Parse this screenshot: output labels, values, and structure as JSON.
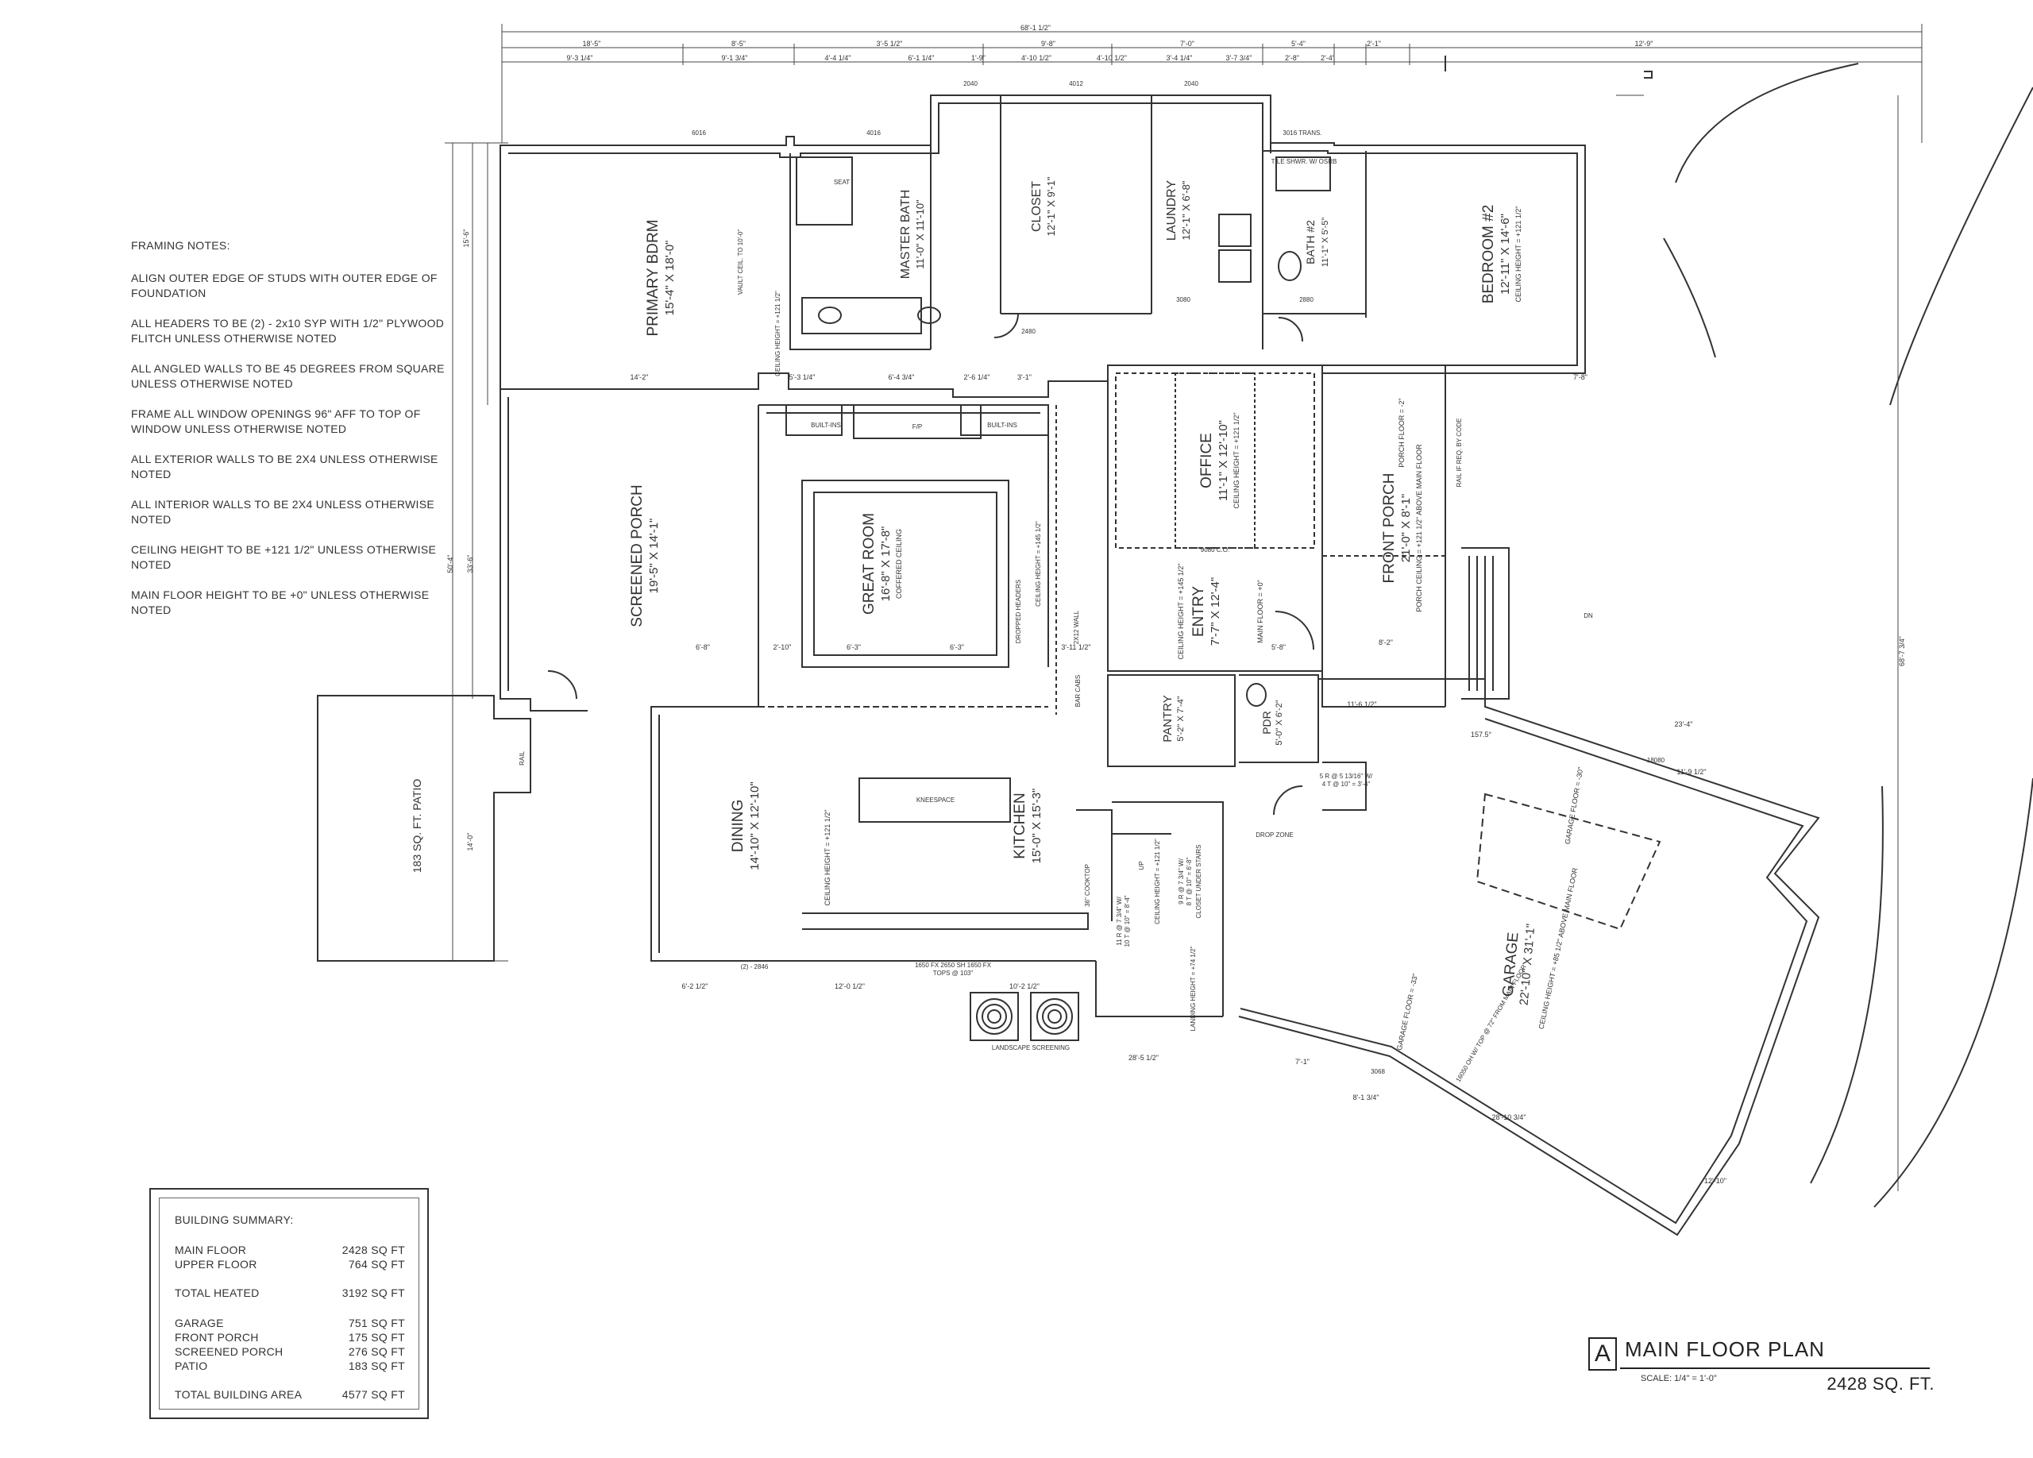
{
  "framing_notes": {
    "title": "FRAMING NOTES:",
    "items": [
      "ALIGN OUTER EDGE OF STUDS WITH OUTER EDGE OF FOUNDATION",
      "ALL HEADERS TO BE (2) - 2x10 SYP WITH 1/2\" PLYWOOD FLITCH UNLESS OTHERWISE NOTED",
      "ALL ANGLED WALLS TO BE 45 DEGREES FROM SQUARE UNLESS OTHERWISE NOTED",
      "FRAME ALL WINDOW OPENINGS 96\" AFF TO TOP OF WINDOW UNLESS OTHERWISE NOTED",
      "ALL EXTERIOR WALLS TO BE 2X4 UNLESS OTHERWISE NOTED",
      "ALL INTERIOR WALLS TO BE 2X4 UNLESS OTHERWISE NOTED",
      "CEILING HEIGHT TO BE +121 1/2\" UNLESS OTHERWISE NOTED",
      "MAIN FLOOR HEIGHT TO BE +0\" UNLESS OTHERWISE NOTED"
    ]
  },
  "building_summary": {
    "title": "BUILDING SUMMARY:",
    "rows": [
      {
        "label": "MAIN FLOOR",
        "value": "2428 SQ FT"
      },
      {
        "label": "UPPER FLOOR",
        "value": "764 SQ FT"
      },
      {
        "label": "TOTAL HEATED",
        "value": "3192 SQ FT"
      },
      {
        "label": "GARAGE",
        "value": "751 SQ FT"
      },
      {
        "label": "FRONT PORCH",
        "value": "175 SQ FT"
      },
      {
        "label": "SCREENED PORCH",
        "value": "276 SQ FT"
      },
      {
        "label": "PATIO",
        "value": "183 SQ FT"
      },
      {
        "label": "TOTAL BUILDING AREA",
        "value": "4577 SQ FT"
      }
    ]
  },
  "title_block": {
    "letter": "A",
    "title": "MAIN FLOOR PLAN",
    "scale": "SCALE:   1/4\" = 1'-0\"",
    "area": "2428 SQ. FT."
  },
  "rooms": {
    "primary": {
      "name": "PRIMARY BDRM",
      "dims": "15'-4\" X 18'-0\""
    },
    "master_bath": {
      "name": "MASTER BATH",
      "dims": "11'-0\" X 11'-10\""
    },
    "closet": {
      "name": "CLOSET",
      "dims": "12'-1\" X 9'-1\""
    },
    "laundry": {
      "name": "LAUNDRY",
      "dims": "12'-1\" X 6'-8\""
    },
    "bath2": {
      "name": "BATH #2",
      "dims": "11'-1\" X 5'-5\""
    },
    "bedroom2": {
      "name": "BEDROOM #2",
      "dims": "12'-11\" X 14'-6\"",
      "ceiling": "CEILING HEIGHT = +121 1/2\""
    },
    "office": {
      "name": "OFFICE",
      "dims": "11'-1\" X 12'-10\"",
      "ceiling": "CEILING HEIGHT = +121 1/2\""
    },
    "entry": {
      "name": "ENTRY",
      "dims": "7'-7\" X 12'-4\"",
      "ceiling": "CEILING HEIGHT = +145 1/2\"",
      "floor": "MAIN FLOOR = +0\""
    },
    "front_porch": {
      "name": "FRONT PORCH",
      "dims": "21'-0\" X 8'-1\"",
      "ceiling": "PORCH CEILING = +121 1/2\" ABOVE MAIN FLOOR",
      "floor": "PORCH FLOOR = -2\""
    },
    "screened_porch": {
      "name": "SCREENED PORCH",
      "dims": "19'-5\" X 14'-1\""
    },
    "great_room": {
      "name": "GREAT ROOM",
      "dims": "16'-8\" X 17'-8\"",
      "note": "COFFERED CEILING"
    },
    "dining": {
      "name": "DINING",
      "dims": "14'-10\" X 12'-10\"",
      "ceiling": "CEILING HEIGHT = +121 1/2\""
    },
    "kitchen": {
      "name": "KITCHEN",
      "dims": "15'-0\" X 15'-3\""
    },
    "pantry": {
      "name": "PANTRY",
      "dims": "5'-2\" X 7'-4\""
    },
    "pdr": {
      "name": "PDR",
      "dims": "5'-0\" X 6'-2\""
    },
    "garage": {
      "name": "GARAGE",
      "dims": "22'-10\" X 31'-1\"",
      "ceiling": "CEILING HEIGHT = +85 1/2\" ABOVE MAIN FLOOR",
      "floor": "GARAGE FLOOR = -30\"",
      "floor2": "GARAGE FLOOR = -33\""
    },
    "patio": {
      "name": "183 SQ. FT. PATIO"
    }
  },
  "labels": {
    "built_ins": "BUILT-INS",
    "fp": "F/P",
    "kneespace": "KNEESPACE",
    "landscape": "LANDSCAPE SCREENING",
    "drop_zone": "DROP ZONE",
    "vault": "VAULT CEIL. TO 10'-0\"",
    "ceil_121": "CEILING HEIGHT = +121 1/2\"",
    "ceil_145": "CEILING HEIGHT = +145 1/2\"",
    "dropped": "DROPPED HEADERS",
    "tile_shwr": "TILE SHWR. W/ OSRB",
    "seat": "SEAT",
    "cooktop": "36\" COOKTOP",
    "landing": "LANDING HEIGHT = +74 1/2\"",
    "bar_cabs": "BAR CABS",
    "wall_2x12": "2X12 WALL",
    "window_9080": "9080 C.O.",
    "window_6016": "6016",
    "window_4016": "4016",
    "window_2040a": "2040",
    "window_4012": "4012",
    "window_2040b": "2040",
    "trans_3016": "3016 TRANS.",
    "door_3080": "3080",
    "door_2880": "2880",
    "door_2480": "2480",
    "dn": "DN",
    "up": "UP",
    "rail": "RAIL",
    "rail_req": "RAIL IF REQ. BY CODE",
    "garage_door": "16050 OH W/ TOP @ 72\" FROM MAIN FLOOR",
    "door_3068": "3068",
    "slab_18080": "18080",
    "door_2850": "(2) - 2846",
    "dims_1650": "1650 FX   2650 SH   1650 FX",
    "tops": "TOPS @ 103\"",
    "stair_5r": "5 R @ 5 13/16\" W/",
    "stair_4t": "4 T @ 10\" = 3'-4\"",
    "stair_11r": "11 R @ 7 3/4\" W/",
    "stair_10t": "10 T @ 10\" = 8'-4\"",
    "stair_9r": "9 R @ 7 3/4\" W/",
    "stair_8t": "8 T @ 10\" = 6'-8\"",
    "stair_closet": "CLOSET UNDER STAIRS"
  },
  "dimensions": {
    "overall": "68'-1 1/2\"",
    "overall_right": "68'-7 3/4\"",
    "left_50": "50'-4\"",
    "left_33": "33'-6\"",
    "top_18": "18'-5\"",
    "top_8": "8'-5\"",
    "top_3": "3'-5 1/2\"",
    "top_9": "9'-8\"",
    "top_7": "7'-0\"",
    "top_5": "5'-4\"",
    "top_2": "2'-1\"",
    "top_12": "12'-9\"",
    "d_9_3": "9'-3 1/4\"",
    "d_9_1": "9'-1 3/4\"",
    "d_4_4": "4'-4 1/4\"",
    "d_6_1": "6'-1 1/4\"",
    "d_1_9": "1'-9\"",
    "d_4_10a": "4'-10 1/2\"",
    "d_4_10b": "4'-10 1/2\"",
    "d_3_4": "3'-4 1/4\"",
    "d_3_7": "3'-7 3/4\"",
    "d_2_8": "2'-8\"",
    "d_2_4": "2'-4\"",
    "d_28_5": "28'-5 1/2\"",
    "d_6_2": "6'-2 1/2\"",
    "d_12_0": "12'-0 1/2\"",
    "d_10_2": "10'-2 1/2\"",
    "d_14_0": "14'-0\"",
    "d_15_6": "15'-6\"",
    "d_11_6": "11'-6 1/2\"",
    "d_23_4": "23'-4\"",
    "d_11_9": "11'-9 1/2\"",
    "d_28_10": "28'-10 3/4\"",
    "d_8_1": "8'-1 3/4\"",
    "d_7_1": "7'-1\"",
    "d_7_8": "7'-8\"",
    "d_8_2": "8'-2\"",
    "d_2_10": "2'-10\"",
    "d_6_3a": "6'-3\"",
    "d_6_3b": "6'-3\"",
    "d_6_8": "6'-8\"",
    "d_3_11": "3'-11 1/2\"",
    "d_5_8": "5'-8\"",
    "d_14_2": "14'-2\"",
    "d_5_3": "5'-3 1/4\"",
    "d_6_4": "6'-4 3/4\"",
    "d_2_6": "2'-6 1/4\"",
    "d_3_1": "3'-1\"",
    "d_12_10": "12'-10\"",
    "d_157": "157.5°"
  }
}
